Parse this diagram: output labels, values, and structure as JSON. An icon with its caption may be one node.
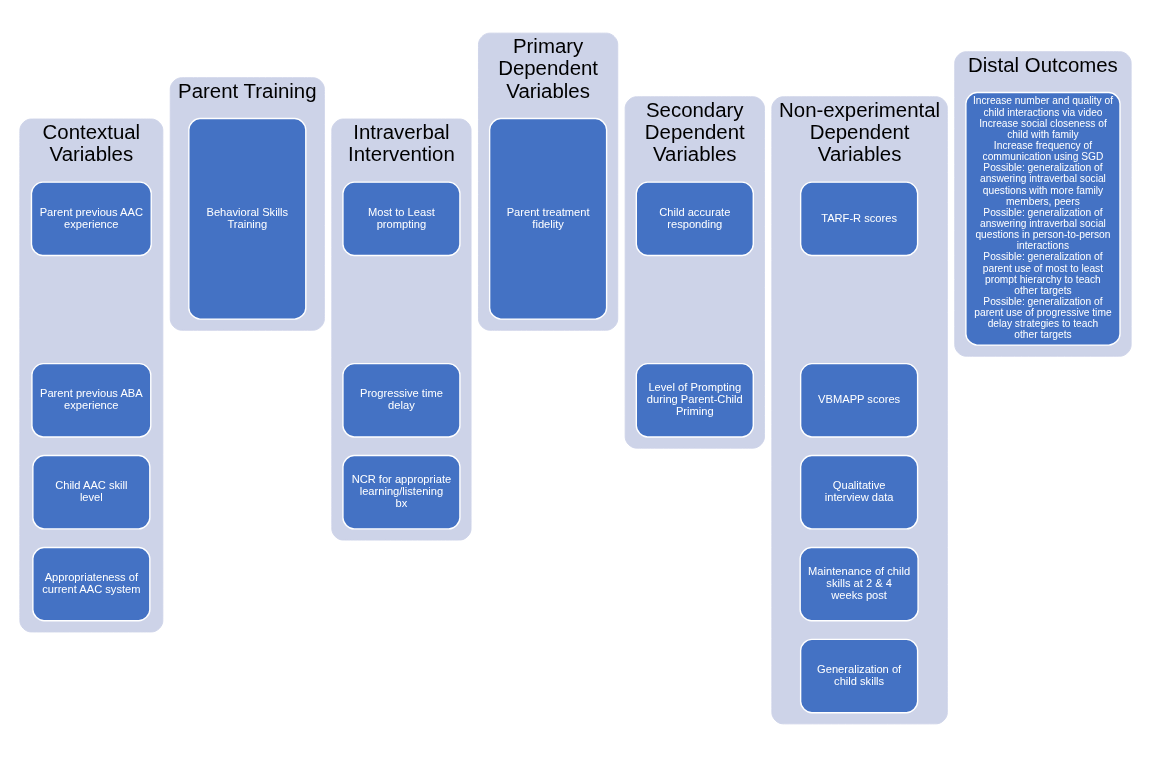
{
  "diagram": {
    "nodes": [
      {
        "text": [
          "Contextual Variables"
        ]
      },
      {
        "text": [
          "Parent previous AAC experience"
        ],
        "in": 0
      },
      {
        "text": [
          "Parent previous ABA experience"
        ],
        "in": 0
      },
      {
        "text": [
          "Child AAC skill level"
        ],
        "in": 0
      },
      {
        "text": [
          "Appropriateness of current AAC system"
        ],
        "in": 0
      },
      {
        "text": [
          "Parent Training"
        ]
      },
      {
        "text": [
          "Behavioral Skills Training"
        ],
        "in": 5
      },
      {
        "text": [
          "Intraverbal Intervention"
        ]
      },
      {
        "text": [
          "Most to Least prompting"
        ],
        "in": 7
      },
      {
        "text": [
          "Progressive time delay"
        ],
        "in": 7
      },
      {
        "text": [
          "NCR for appropriate learning/listening bx"
        ],
        "in": 7
      },
      {
        "text": [
          "Primary Dependent Variables"
        ]
      },
      {
        "text": [
          "Parent treatment fidelity"
        ],
        "in": 11
      },
      {
        "text": [
          "Secondary Dependent Variables"
        ]
      },
      {
        "text": [
          "Child accurate responding"
        ],
        "in": 13
      },
      {
        "text": [
          "Level of Prompting during Parent-Child Priming"
        ],
        "in": 13
      },
      {
        "text": [
          "Non-experimental Dependent Variables"
        ]
      },
      {
        "text": [
          "TARF-R scores"
        ],
        "in": 16
      },
      {
        "text": [
          "VBMAPP scores"
        ],
        "in": 16
      },
      {
        "text": [
          "Qualitative interview data"
        ],
        "in": 16
      },
      {
        "text": [
          "Maintenance of child skills at 2 & 4 weeks post"
        ],
        "in": 16
      },
      {
        "text": [
          "Generalization of child skills"
        ],
        "in": 16
      },
      {
        "text": [
          "Distal Outcomes"
        ]
      },
      {
        "text": [
          "Increase number and quality of child interactions via video",
          "Increase social closeness of child with family",
          "Increase frequency of communication using SGD",
          "Possible: generalization of answering intraverbal social questions with more family members, peers",
          "Possible: generalization of answering intraverbal social questions in person-to-person interactions",
          "Possible: generalization of parent use of most to least prompt hierarchy to teach other targets",
          "Possible: generalization of parent use of progressive time delay strategies to teach other targets"
        ],
        "in": 22
      }
    ],
    "edges": []
  }
}
